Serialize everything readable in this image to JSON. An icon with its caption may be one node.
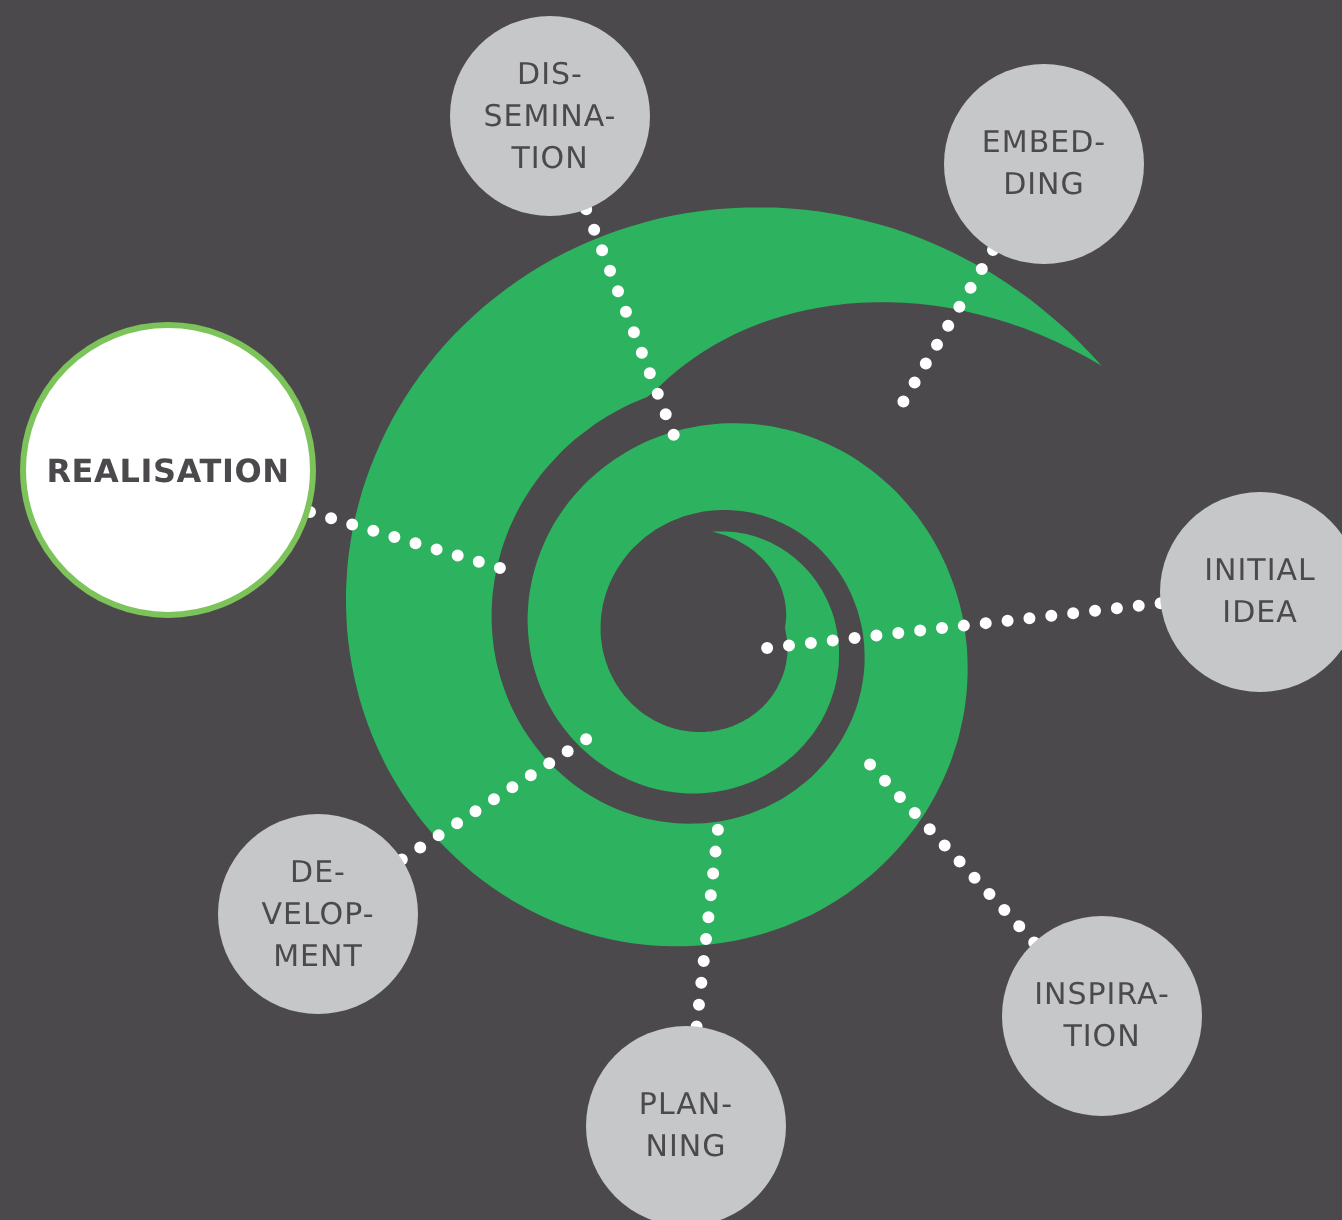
{
  "diagram": {
    "nodes": [
      {
        "text": [
          "DIS- SEMINA- TION"
        ]
      },
      {
        "text": [
          "EMBED- DING"
        ]
      },
      {
        "text": [
          "REALISATION"
        ]
      },
      {
        "text": [
          "INITIAL IDEA"
        ]
      },
      {
        "text": [
          "DE- VELOP- MENT"
        ]
      },
      {
        "text": [
          "INSPIRA- TION"
        ]
      },
      {
        "text": [
          "PLAN- NING"
        ]
      }
    ],
    "edges": [
      {
        "from": 0,
        "to": null,
        "arrow": "none"
      },
      {
        "from": 1,
        "to": null,
        "arrow": "none"
      },
      {
        "from": 2,
        "to": null,
        "arrow": "none"
      },
      {
        "from": 3,
        "to": null,
        "arrow": "none"
      },
      {
        "from": 4,
        "to": null,
        "arrow": "none"
      },
      {
        "from": 5,
        "to": null,
        "arrow": "none"
      },
      {
        "from": 6,
        "to": null,
        "arrow": "none"
      }
    ]
  }
}
